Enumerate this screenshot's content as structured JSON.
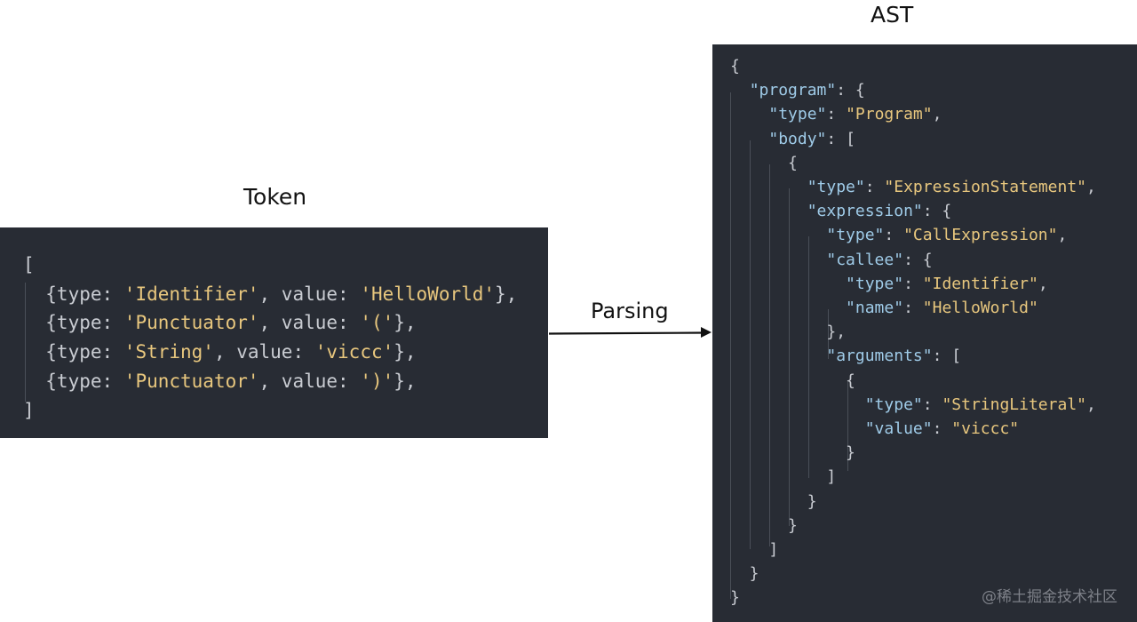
{
  "token": {
    "title": "Token",
    "lines": [
      [
        [
          "punc",
          "["
        ]
      ],
      [
        [
          "punc",
          "  {type: "
        ],
        [
          "str",
          "'Identifier'"
        ],
        [
          "punc",
          ", value: "
        ],
        [
          "str",
          "'HelloWorld'"
        ],
        [
          "punc",
          "},"
        ]
      ],
      [
        [
          "punc",
          "  {type: "
        ],
        [
          "str",
          "'Punctuator'"
        ],
        [
          "punc",
          ", value: "
        ],
        [
          "str",
          "'('"
        ],
        [
          "punc",
          "},"
        ]
      ],
      [
        [
          "punc",
          "  {type: "
        ],
        [
          "str",
          "'String'"
        ],
        [
          "punc",
          ", value: "
        ],
        [
          "str",
          "'viccc'"
        ],
        [
          "punc",
          "},"
        ]
      ],
      [
        [
          "punc",
          "  {type: "
        ],
        [
          "str",
          "'Punctuator'"
        ],
        [
          "punc",
          ", value: "
        ],
        [
          "str",
          "')'"
        ],
        [
          "punc",
          "},"
        ]
      ],
      [
        [
          "punc",
          "]"
        ]
      ]
    ]
  },
  "arrow": {
    "label": "Parsing"
  },
  "ast": {
    "title": "AST",
    "lines": [
      [
        [
          "punc",
          "{"
        ]
      ],
      [
        [
          "punc",
          "  "
        ],
        [
          "key",
          "\"program\""
        ],
        [
          "punc",
          ": {"
        ]
      ],
      [
        [
          "punc",
          "    "
        ],
        [
          "key",
          "\"type\""
        ],
        [
          "punc",
          ": "
        ],
        [
          "str",
          "\"Program\""
        ],
        [
          "punc",
          ","
        ]
      ],
      [
        [
          "punc",
          "    "
        ],
        [
          "key",
          "\"body\""
        ],
        [
          "punc",
          ": ["
        ]
      ],
      [
        [
          "punc",
          "      {"
        ]
      ],
      [
        [
          "punc",
          "        "
        ],
        [
          "key",
          "\"type\""
        ],
        [
          "punc",
          ": "
        ],
        [
          "str",
          "\"ExpressionStatement\""
        ],
        [
          "punc",
          ","
        ]
      ],
      [
        [
          "punc",
          "        "
        ],
        [
          "key",
          "\"expression\""
        ],
        [
          "punc",
          ": {"
        ]
      ],
      [
        [
          "punc",
          "          "
        ],
        [
          "key",
          "\"type\""
        ],
        [
          "punc",
          ": "
        ],
        [
          "str",
          "\"CallExpression\""
        ],
        [
          "punc",
          ","
        ]
      ],
      [
        [
          "punc",
          "          "
        ],
        [
          "key",
          "\"callee\""
        ],
        [
          "punc",
          ": {"
        ]
      ],
      [
        [
          "punc",
          "            "
        ],
        [
          "key",
          "\"type\""
        ],
        [
          "punc",
          ": "
        ],
        [
          "str",
          "\"Identifier\""
        ],
        [
          "punc",
          ","
        ]
      ],
      [
        [
          "punc",
          "            "
        ],
        [
          "key",
          "\"name\""
        ],
        [
          "punc",
          ": "
        ],
        [
          "str",
          "\"HelloWorld\""
        ]
      ],
      [
        [
          "punc",
          "          },"
        ]
      ],
      [
        [
          "punc",
          "          "
        ],
        [
          "key",
          "\"arguments\""
        ],
        [
          "punc",
          ": ["
        ]
      ],
      [
        [
          "punc",
          "            {"
        ]
      ],
      [
        [
          "punc",
          "              "
        ],
        [
          "key",
          "\"type\""
        ],
        [
          "punc",
          ": "
        ],
        [
          "str",
          "\"StringLiteral\""
        ],
        [
          "punc",
          ","
        ]
      ],
      [
        [
          "punc",
          "              "
        ],
        [
          "key",
          "\"value\""
        ],
        [
          "punc",
          ": "
        ],
        [
          "str",
          "\"viccc\""
        ]
      ],
      [
        [
          "punc",
          "            }"
        ]
      ],
      [
        [
          "punc",
          "          ]"
        ]
      ],
      [
        [
          "punc",
          "        }"
        ]
      ],
      [
        [
          "punc",
          "      }"
        ]
      ],
      [
        [
          "punc",
          "    ]"
        ]
      ],
      [
        [
          "punc",
          "  }"
        ]
      ],
      [
        [
          "punc",
          "}"
        ]
      ]
    ]
  },
  "watermark": "@稀土掘金技术社区",
  "colors": {
    "panel_bg": "#282c34",
    "punctuation": "#c9ccd2",
    "key": "#9fcbe8",
    "string": "#e8c77e",
    "indent_guide": "#4a4f58",
    "arrow": "#111111"
  }
}
